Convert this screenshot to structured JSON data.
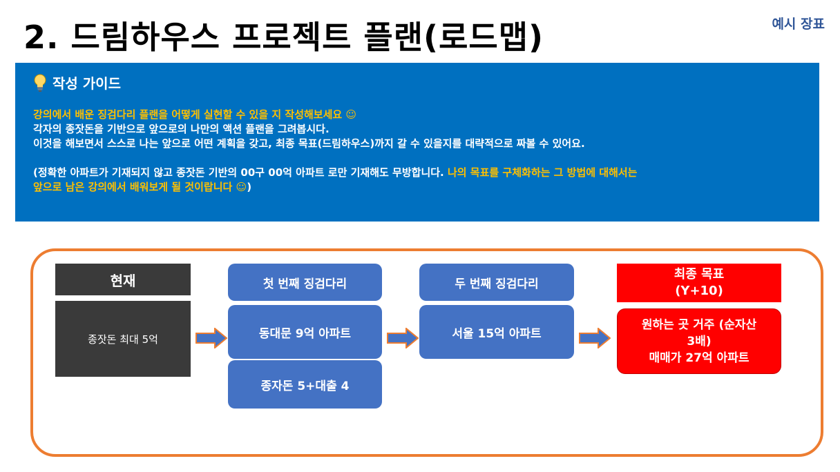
{
  "header": {
    "title": "2. 드림하우스 프로젝트 플랜(로드맵)",
    "badge": "예시 장표"
  },
  "guide": {
    "heading": "작성 가이드",
    "icon": "lightbulb-icon",
    "line1": "강의에서 배운 징검다리 플랜을 어떻게 실현할 수 있을 지 작성해보세요 ☺",
    "line2": "각자의 종잣돈을 기반으로 앞으로의 나만의 액션 플랜을 그려봅시다.",
    "line3": "이것을 해보면서 스스로 나는 앞으로 어떤 계획을 갖고, 최종 목표(드림하우스)까지 갈 수 있을지를 대략적으로 짜볼 수 있어요.",
    "line4_white": "(정확한 아파트가 기재되지 않고 종잣돈 기반의 00구 00억 아파트 로만 기재해도 무방합니다.",
    "line4_yellow": " 나의 목표를 구체화하는 그 방법에 대해서는",
    "line5_yellow": "앞으로 남은 강의에서 배워보게 될 것이랍니다 ☺",
    "line5_white": ")"
  },
  "roadmap": {
    "current": {
      "heading": "현재",
      "body": "종잣돈 최대 5억"
    },
    "step1": {
      "heading": "첫 번째 징검다리",
      "body": "동대문 9억 아파트",
      "note": "종자돈 5+대출 4"
    },
    "step2": {
      "heading": "두 번째 징검다리",
      "body": "서울 15억 아파트"
    },
    "final": {
      "heading": "최종 목표",
      "subheading": "(Y+10)",
      "body_line1": "원하는 곳 거주 (순자산",
      "body_line2": "3배)",
      "body_line3": "매매가 27억 아파트"
    }
  },
  "colors": {
    "guide_bg": "#0070c0",
    "highlight": "#ffc000",
    "frame": "#ed7d31",
    "step_box": "#4472c4",
    "current_box": "#3a3a3a",
    "final_box": "#ff0000",
    "badge": "#2f5597"
  }
}
